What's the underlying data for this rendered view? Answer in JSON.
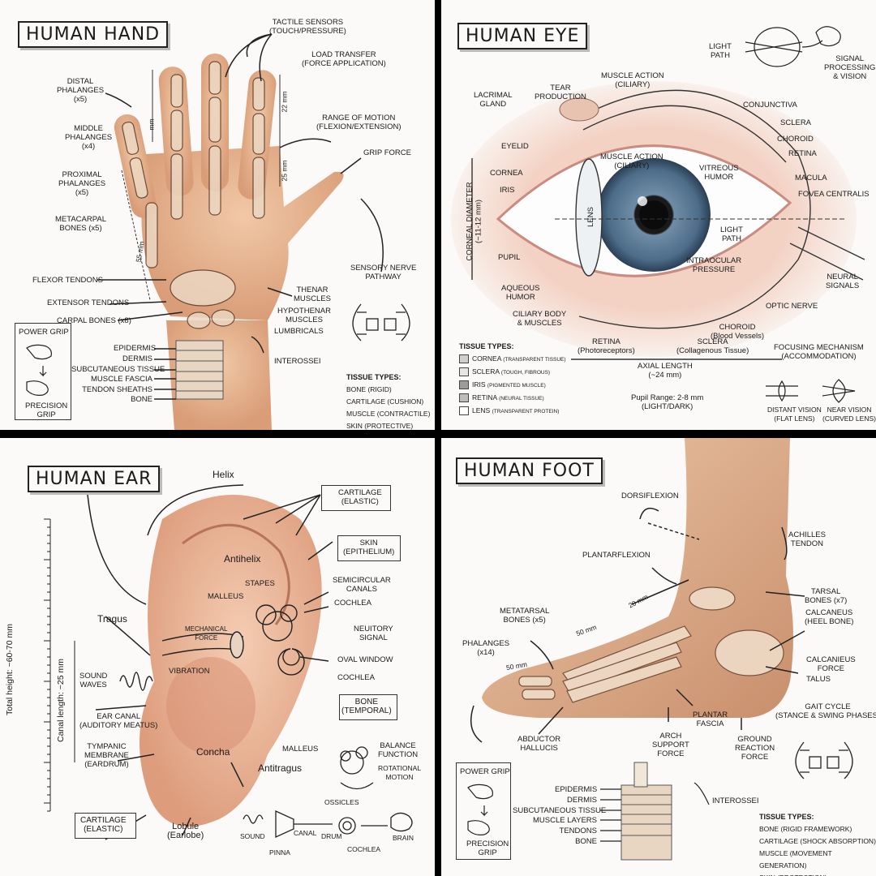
{
  "hand": {
    "title": "HUMAN HAND",
    "labels": {
      "tactile": "TACTILE SENSORS\n(TOUCH/PRESSURE)",
      "load": "LOAD TRANSFER\n(FORCE APPLICATION)",
      "distal": "DISTAL\nPHALANGES\n(x5)",
      "middle": "MIDDLE\nPHALANGES\n(x4)",
      "proximal": "PROXIMAL\nPHALANGES\n(x5)",
      "metacarpal": "METACARPAL\nBONES (x5)",
      "flexor": "FLEXOR TENDONS",
      "extensor": "EXTENSOR TENDONS",
      "carpal": "CARPAL BONES (x8)",
      "range": "RANGE OF MOTION\n(FLEXION/EXTENSION)",
      "grip": "GRIP FORCE",
      "sensory": "SENSORY NERVE\nPATHWAY",
      "thenar": "THENAR\nMUSCLES",
      "hypothenar": "HYPOTHENAR\nMUSCLES",
      "lumbricals": "LUMBRICALS",
      "interossei": "INTEROSSEI",
      "epidermis": "EPIDERMIS",
      "dermis": "DERMIS",
      "subcut": "SUBCUTANEOUS TISSUE",
      "fascia": "MUSCLE FASCIA",
      "sheaths": "TENDON SHEATHS",
      "bone": "BONE",
      "power": "POWER GRIP",
      "precision": "PRECISION\nGRIP",
      "dim_mm": "mm",
      "dim_22": "22 mm",
      "dim_25": "25 mm",
      "dim_55": "55 mm"
    },
    "tissue_title": "TISSUE TYPES:",
    "tissues": [
      "BONE (RIGID)",
      "CARTILAGE (CUSHION)",
      "MUSCLE (CONTRACTILE)",
      "SKIN (PROTECTIVE)"
    ]
  },
  "eye": {
    "title": "HUMAN EYE",
    "labels": {
      "light_path_top": "LIGHT\nPATH",
      "signal": "SIGNAL\nPROCESSING\n& VISION",
      "lacrimal": "LACRIMAL\nGLAND",
      "tear": "TEAR\nPRODUCTION",
      "muscle_action_top": "MUSCLE ACTION\n(CILIARY)",
      "conjunctiva": "CONJUNCTIVA",
      "sclera": "SCLERA",
      "choroid": "CHOROID",
      "retina": "RETINA",
      "eyelid": "EYELID",
      "muscle_action_inner": "MUSCLE ACTION\n(CILIARY)",
      "vitreous": "VITREOUS\nHUMOR",
      "macula": "MACULA",
      "cornea": "CORNEA",
      "iris": "IRIS",
      "fovea": "FOVEA CENTRALIS",
      "lens": "LENS",
      "corneal_diameter": "CORNEAL DIAMETER\n(~11-12 mm)",
      "light_path": "LIGHT\nPATH",
      "pupil": "PUPIL",
      "iop": "INTRAOCULAR\nPRESSURE",
      "neural": "NEURAL\nSIGNALS",
      "aqueous": "AQUEOUS\nHUMOR",
      "optic": "OPTIC NERVE",
      "ciliary": "CILIARY BODY\n& MUSCLES",
      "retina_b": "RETINA\n(Photoreceptors)",
      "sclera_b": "SCLERA\n(Collagenous Tissue)",
      "choroid_b": "CHOROID\n(Blood Vessels)",
      "axial": "AXIAL LENGTH\n(~24 mm)",
      "pupil_range": "Pupil Range: 2-8 mm\n(LIGHT/DARK)",
      "focusing": "FOCUSING MECHANISM\n(ACCOMMODATION)",
      "distant": "DISTANT VISION\n(FLAT LENS)",
      "near": "NEAR VISION\n(CURVED LENS)"
    },
    "tissue_title": "TISSUE TYPES:",
    "tissues": [
      {
        "name": "CORNEA",
        "note": "(TRANSPARENT TISSUE)"
      },
      {
        "name": "SCLERA",
        "note": "(TOUGH, FIBROUS)"
      },
      {
        "name": "IRIS",
        "note": "(PIGMENTED MUSCLE)"
      },
      {
        "name": "RETINA",
        "note": "(NEURAL TISSUE)"
      },
      {
        "name": "LENS",
        "note": "(TRANSPARENT PROTEIN)"
      }
    ]
  },
  "ear": {
    "title": "HUMAN EAR",
    "labels": {
      "helix": "Helix",
      "cartilage_top": "CARTILAGE\n(ELASTIC)",
      "skin": "SKIN\n(EPITHELIUM)",
      "antihelix": "Antihelix",
      "stapes": "STAPES",
      "semicircular": "SEMICIRCULAR\nCANALS",
      "malleus_top": "MALLEUS",
      "cochlea_top": "COCHLEA",
      "tragus": "Tragus",
      "mech": "MECHANICAL\nFORCE",
      "neuitory": "NEUITORY\nSIGNAL",
      "oval": "OVAL WINDOW",
      "sound_waves": "SOUND\nWAVES",
      "vibration": "VIBRATION",
      "cochlea_mid": "COCHLEA",
      "bone": "BONE\n(TEMPORAL)",
      "canal": "EAR CANAL\n(AUDITORY MEATUS)",
      "tympanic": "TYMPANIC\nMEMBRANE\n(EARDRUM)",
      "concha": "Concha",
      "malleus_low": "MALLEUS",
      "antitragus": "Antitragus",
      "balance": "BALANCE\nFUNCTION",
      "rotational": "ROTATIONAL\nMOTION",
      "total_height": "Total height: ~60-70 mm",
      "canal_length": "Canal length: ~25 mm",
      "cartilage_low": "CARTILAGE\n(ELASTIC)",
      "lobule": "Lobule\n(Earlobe)",
      "ossicles": "OSSICLES",
      "sound": "SOUND",
      "canal_f": "CANAL",
      "drum": "DRUM",
      "brain": "BRAIN",
      "pinna": "PINNA",
      "cochlea_f": "COCHLEA"
    }
  },
  "foot": {
    "title": "HUMAN FOOT",
    "labels": {
      "dorsiflexion": "DORSIFLEXION",
      "achilles": "ACHILLES\nTENDON",
      "plantarflexion": "PLANTARFLEXION",
      "tarsal": "TARSAL\nBONES (x7)",
      "calcaneus": "CALCANEUS\n(HEEL BONE)",
      "metatarsal": "METATARSAL\nBONES (x5)",
      "dim_20": "20 mm",
      "dim_50a": "50 mm",
      "phalanges": "PHALANGES\n(x14)",
      "dim_50b": "50 mm",
      "calc_force": "CALCANIEUS\nFORCE",
      "talus": "TALUS",
      "gait": "GAIT CYCLE\n(STANCE & SWING PHASES)",
      "abductor": "ABDUCTOR\nHALLUCIS",
      "arch": "ARCH\nSUPPORT\nFORCE",
      "plantar": "PLANTAR\nFASCIA",
      "ground": "GROUND\nREACTION\nFORCE",
      "power": "POWER GRIP",
      "precision": "PRECISION\nGRIP",
      "epidermis": "EPIDERMIS",
      "dermis": "DERMIS",
      "subcut": "SUBCUTANEOUS TISSUE",
      "muscle": "MUSCLE LAYERS",
      "tendons": "TENDONS",
      "bone": "BONE",
      "interossei": "INTEROSSEI"
    },
    "tissue_title": "TISSUE TYPES:",
    "tissues": [
      "BONE (RIGID FRAMEWORK)",
      "CARTILAGE (SHOCK ABSORPTION)",
      "MUSCLE (MOVEMENT GENERATION)",
      "SKIN (PROTECTION)"
    ]
  }
}
